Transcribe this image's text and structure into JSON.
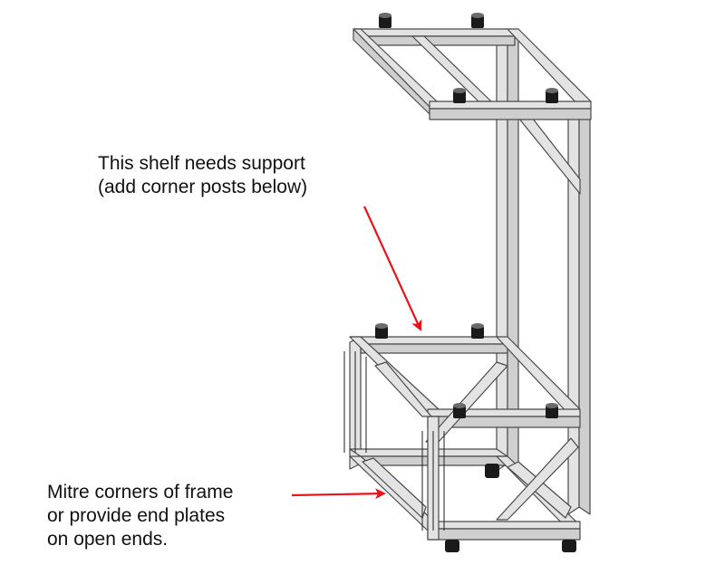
{
  "annotations": {
    "shelf_support": [
      "This shelf needs support",
      "(add corner posts below)"
    ],
    "mitre_corners": [
      "Mitre corners of frame",
      "or provide end plates",
      "on open ends."
    ]
  },
  "colors": {
    "frame_fill": "#e3e3e3",
    "frame_shade": "#cfcfcf",
    "frame_outline": "#4a4a4a",
    "arrow": "#e8141c",
    "foot": "#1a1a1a"
  }
}
